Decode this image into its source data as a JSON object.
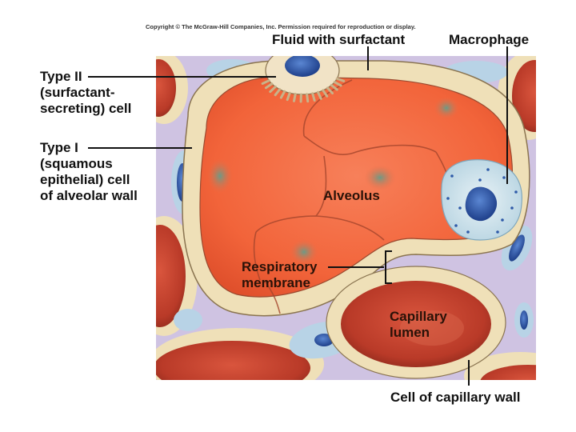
{
  "copyright": "Copyright © The McGraw-Hill Companies, Inc. Permission required for reproduction or display.",
  "labels": {
    "fluid": "Fluid with surfactant",
    "macrophage": "Macrophage",
    "type2": [
      "Type II",
      "(surfactant-",
      "secreting) cell"
    ],
    "type1": [
      "Type I",
      "(squamous",
      "epithelial) cell",
      "of alveolar wall"
    ],
    "alveolus": "Alveolus",
    "respiratory": [
      "Respiratory",
      "membrane"
    ],
    "capillary": [
      "Capillary",
      "lumen"
    ],
    "capillary_wall": "Cell of capillary wall"
  },
  "colors": {
    "interstitium": "#cfc3e2",
    "wall": "#efe0b8",
    "alveolus": "#f2643a",
    "capillary": "#c8432e",
    "nucleus": "#3c66b8"
  }
}
